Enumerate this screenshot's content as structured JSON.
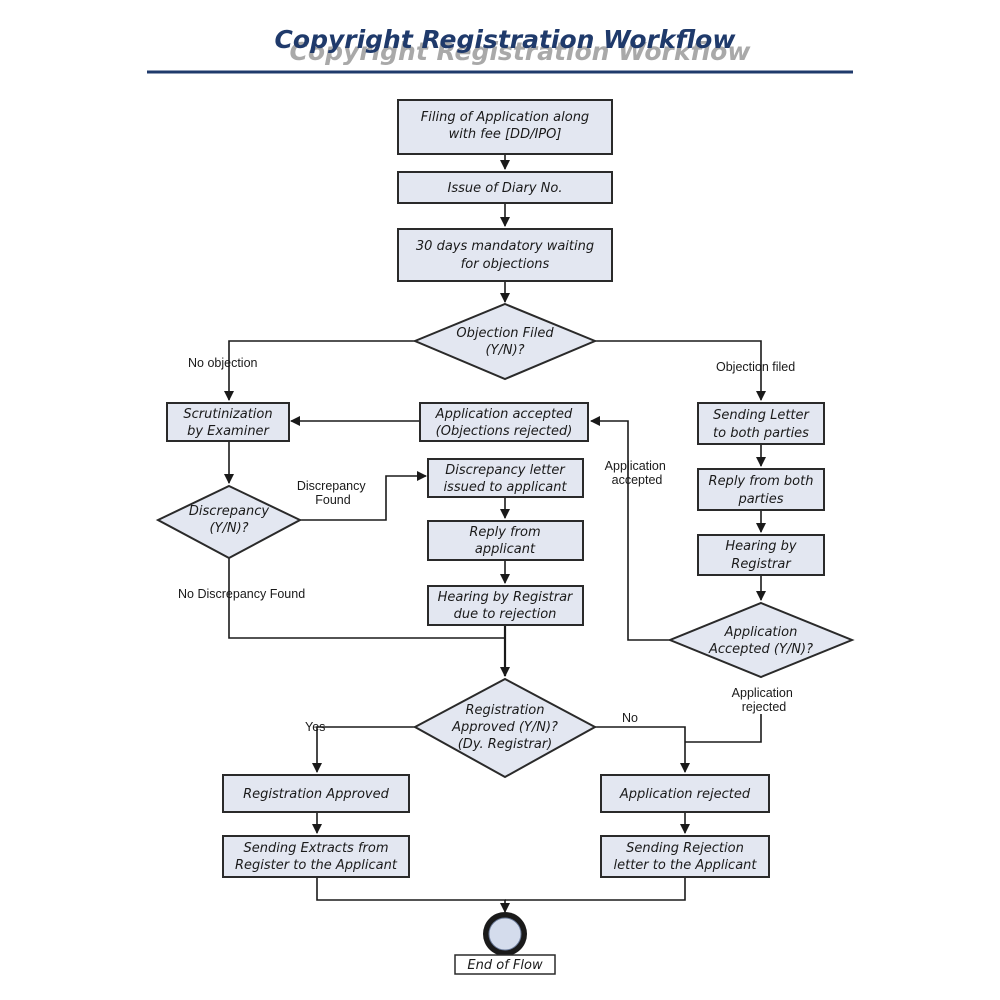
{
  "title": "Copyright Registration Workflow",
  "nodes": {
    "filing": [
      "Filing of Application along",
      "with fee [DD/IPO]"
    ],
    "diary": [
      "Issue of Diary No."
    ],
    "waiting": [
      "30 days mandatory waiting",
      "for objections"
    ],
    "objection": [
      "Objection Filed",
      "(Y/N)?"
    ],
    "scrutiny": [
      "Scrutinization",
      "by Examiner"
    ],
    "app_accepted": [
      "Application accepted",
      "(Objections rejected)"
    ],
    "sending_letter": [
      "Sending Letter",
      "to both parties"
    ],
    "discrepancy": [
      "Discrepancy",
      "(Y/N)?"
    ],
    "disc_letter": [
      "Discrepancy letter",
      "issued to applicant"
    ],
    "reply_applicant": [
      "Reply from",
      "applicant"
    ],
    "hearing_rejection": [
      "Hearing by Registrar",
      "due to rejection"
    ],
    "reply_both": [
      "Reply from both",
      "parties"
    ],
    "hearing_registrar": [
      "Hearing by",
      "Registrar"
    ],
    "app_accepted_q": [
      "Application",
      "Accepted (Y/N)?"
    ],
    "reg_approved_q": [
      "Registration",
      "Approved (Y/N)?",
      "(Dy. Registrar)"
    ],
    "reg_approved": [
      "Registration Approved"
    ],
    "app_rejected": [
      "Application rejected"
    ],
    "send_extracts": [
      "Sending Extracts from",
      "Register to the Applicant"
    ],
    "send_rejection": [
      "Sending Rejection",
      "letter to the Applicant"
    ],
    "end": [
      "End of Flow"
    ]
  },
  "edge_labels": {
    "no_objection": [
      "No objection"
    ],
    "objection_filed": [
      "Objection filed"
    ],
    "discrepancy_found": [
      "Discrepancy",
      "Found"
    ],
    "no_discrepancy": [
      "No Discrepancy Found"
    ],
    "application_accepted": [
      "Application",
      "accepted"
    ],
    "application_rejected": [
      "Application",
      "rejected"
    ],
    "yes": [
      "Yes"
    ],
    "no": [
      "No"
    ]
  }
}
